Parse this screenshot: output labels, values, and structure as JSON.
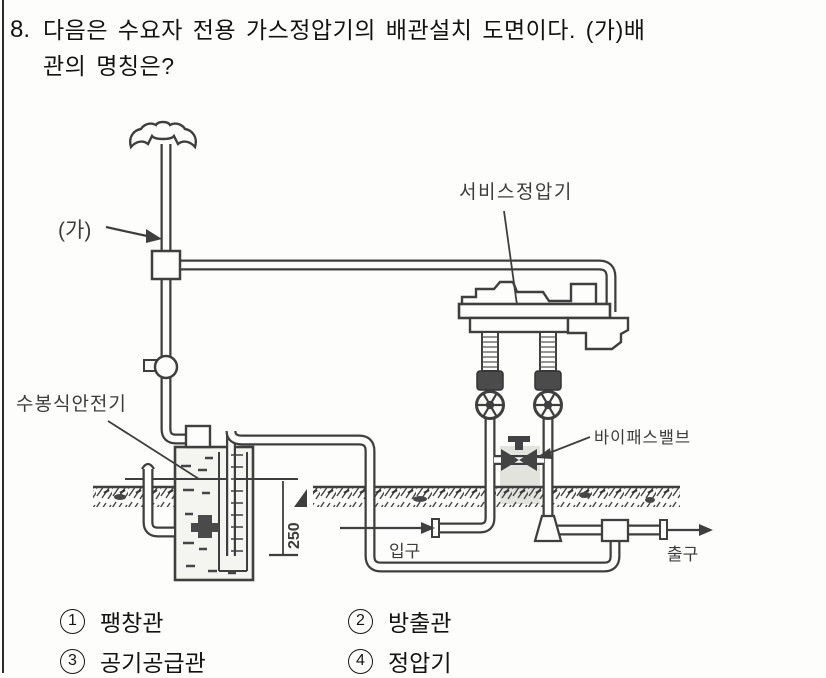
{
  "question": {
    "number": "8.",
    "line1": "다음은 수요자 전용 가스정압기의 배관설치 도면이다. (가)배",
    "line2": "관의 명칭은?"
  },
  "diagram": {
    "labels": {
      "ga": "(가)",
      "service_regulator": "서비스정압기",
      "water_seal_safety": "수봉식안전기",
      "bypass_valve": "바이패스밸브",
      "inlet": "입구",
      "outlet": "출구",
      "dimension_250": "250"
    }
  },
  "options": [
    {
      "num": "1",
      "label": "팽창관"
    },
    {
      "num": "2",
      "label": "방출관"
    },
    {
      "num": "3",
      "label": "공기공급관"
    },
    {
      "num": "4",
      "label": "정압기"
    }
  ],
  "colors": {
    "ink": "#131313",
    "line": "#3f3f3f",
    "bg": "#fdfdfc"
  }
}
